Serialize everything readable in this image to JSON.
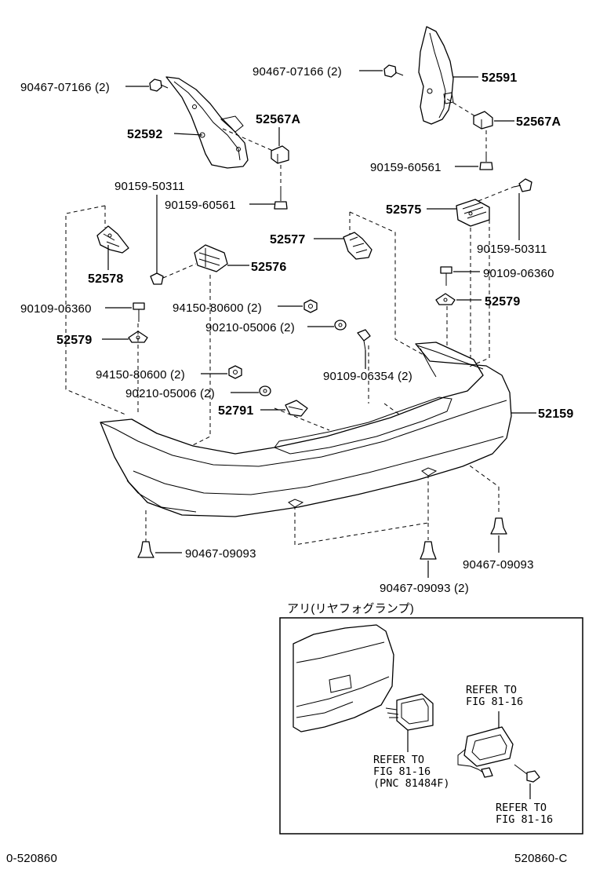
{
  "labels": {
    "l1": "90467-07166 (2)",
    "l2": "52592",
    "l3": "52567A",
    "l4": "90467-07166 (2)",
    "l5": "52591",
    "l6": "52567A",
    "l7": "90159-60561",
    "l8": "90159-50311",
    "l9": "90159-60561",
    "l10": "52575",
    "l11": "52577",
    "l12": "90159-50311",
    "l13": "52578",
    "l14": "52576",
    "l15": "90109-06360",
    "l16": "90109-06360",
    "l17": "94150-80600 (2)",
    "l18": "52579",
    "l19": "90210-05006 (2)",
    "l20": "52579",
    "l21": "94150-80600 (2)",
    "l22": "90109-06354 (2)",
    "l23": "90210-05006 (2)",
    "l24": "52791",
    "l25": "52159",
    "l26": "90467-09093",
    "l27": "90467-09093",
    "l28": "90467-09093 (2)"
  },
  "inset": {
    "title": "アリ(リヤフォグランプ)",
    "refer_a": [
      "REFER TO",
      "FIG 81-16",
      "(PNC 81484F)"
    ],
    "refer_b": [
      "REFER TO",
      "FIG 81-16"
    ],
    "refer_c": [
      "REFER TO",
      "FIG 81-16"
    ]
  },
  "footer": {
    "left": "0-520860",
    "right": "520860-C"
  }
}
